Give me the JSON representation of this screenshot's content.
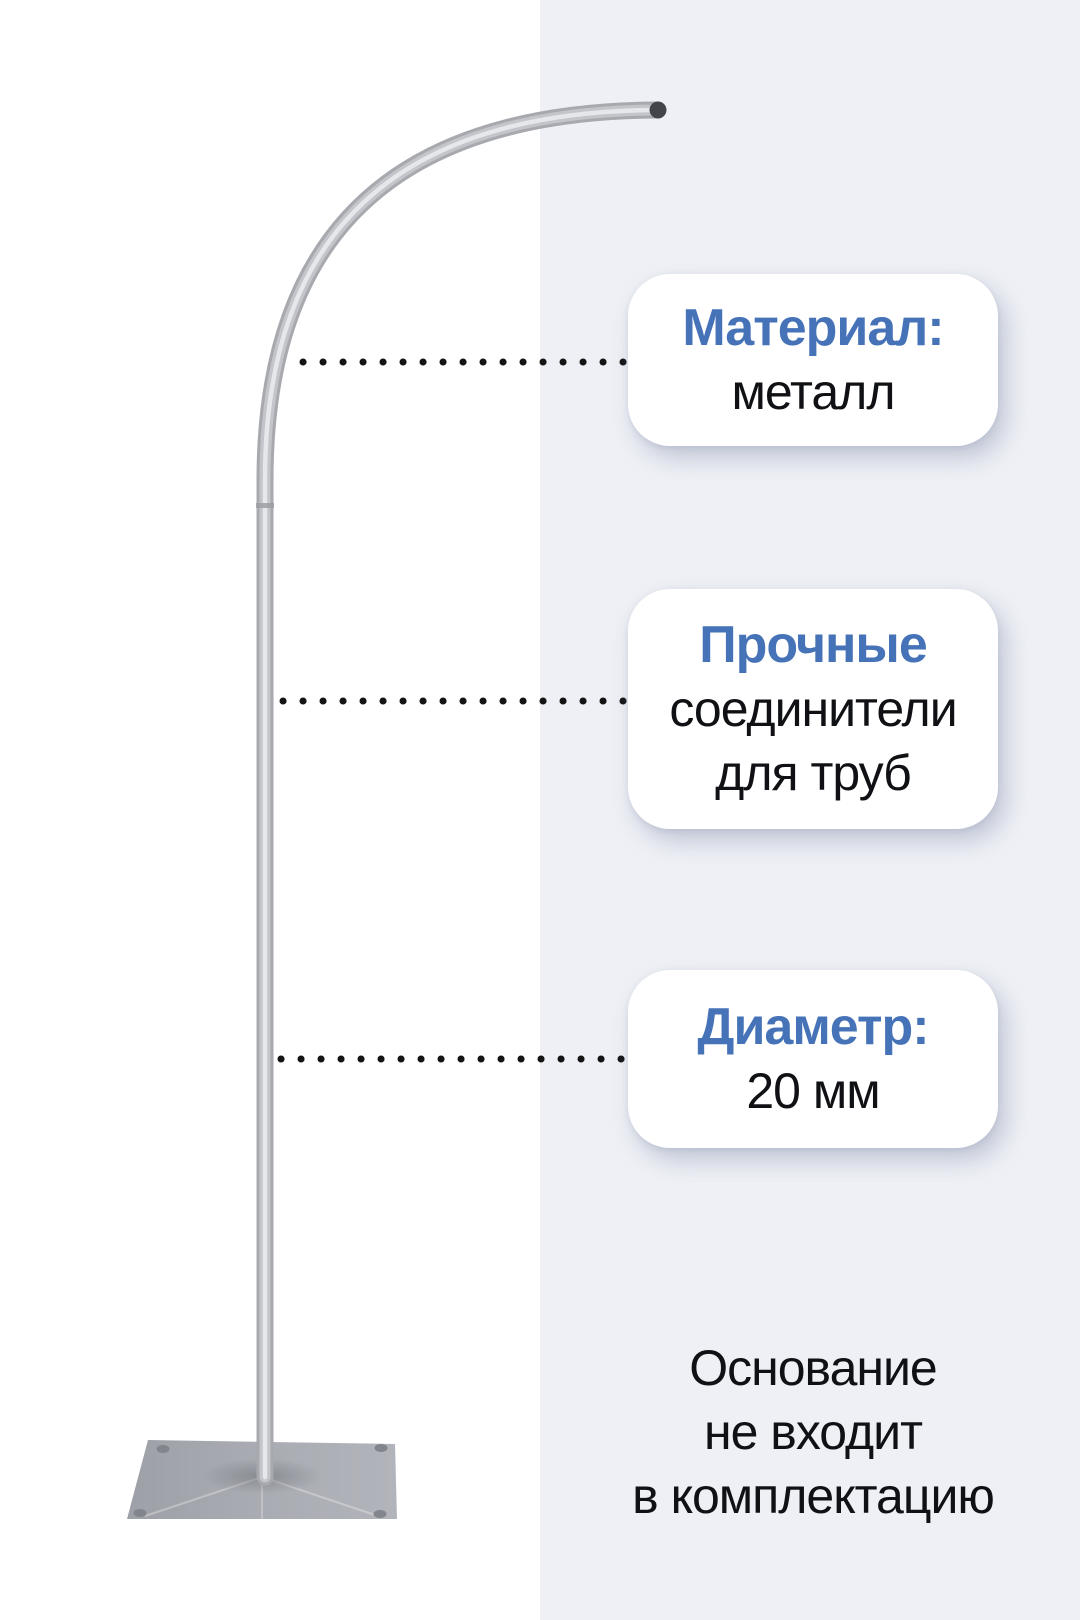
{
  "background": {
    "left_color": "#ffffff",
    "right_panel_color": "#eef0f5"
  },
  "colors": {
    "heading_blue": "#4673b8",
    "body_text": "#101114",
    "dot_leader": "#141414",
    "card_bg": "#ffffff",
    "pole_gray": "#a7a9af",
    "pole_highlight": "#e6e7ea",
    "plate_gray": "#aaacb3",
    "tip_cap": "#44454a"
  },
  "illustration": {
    "description": "curved metal arc pole standing on square metal base plate"
  },
  "callouts": [
    {
      "id": "material",
      "title": "Материал:",
      "lines": [
        "металл"
      ]
    },
    {
      "id": "connectors",
      "title": "Прочные",
      "lines": [
        "соединители",
        "для труб"
      ]
    },
    {
      "id": "diameter",
      "title": "Диаметр:",
      "lines": [
        "20 мм"
      ]
    }
  ],
  "note": {
    "lines": [
      "Основание",
      "не входит",
      "в комплектацию"
    ]
  }
}
